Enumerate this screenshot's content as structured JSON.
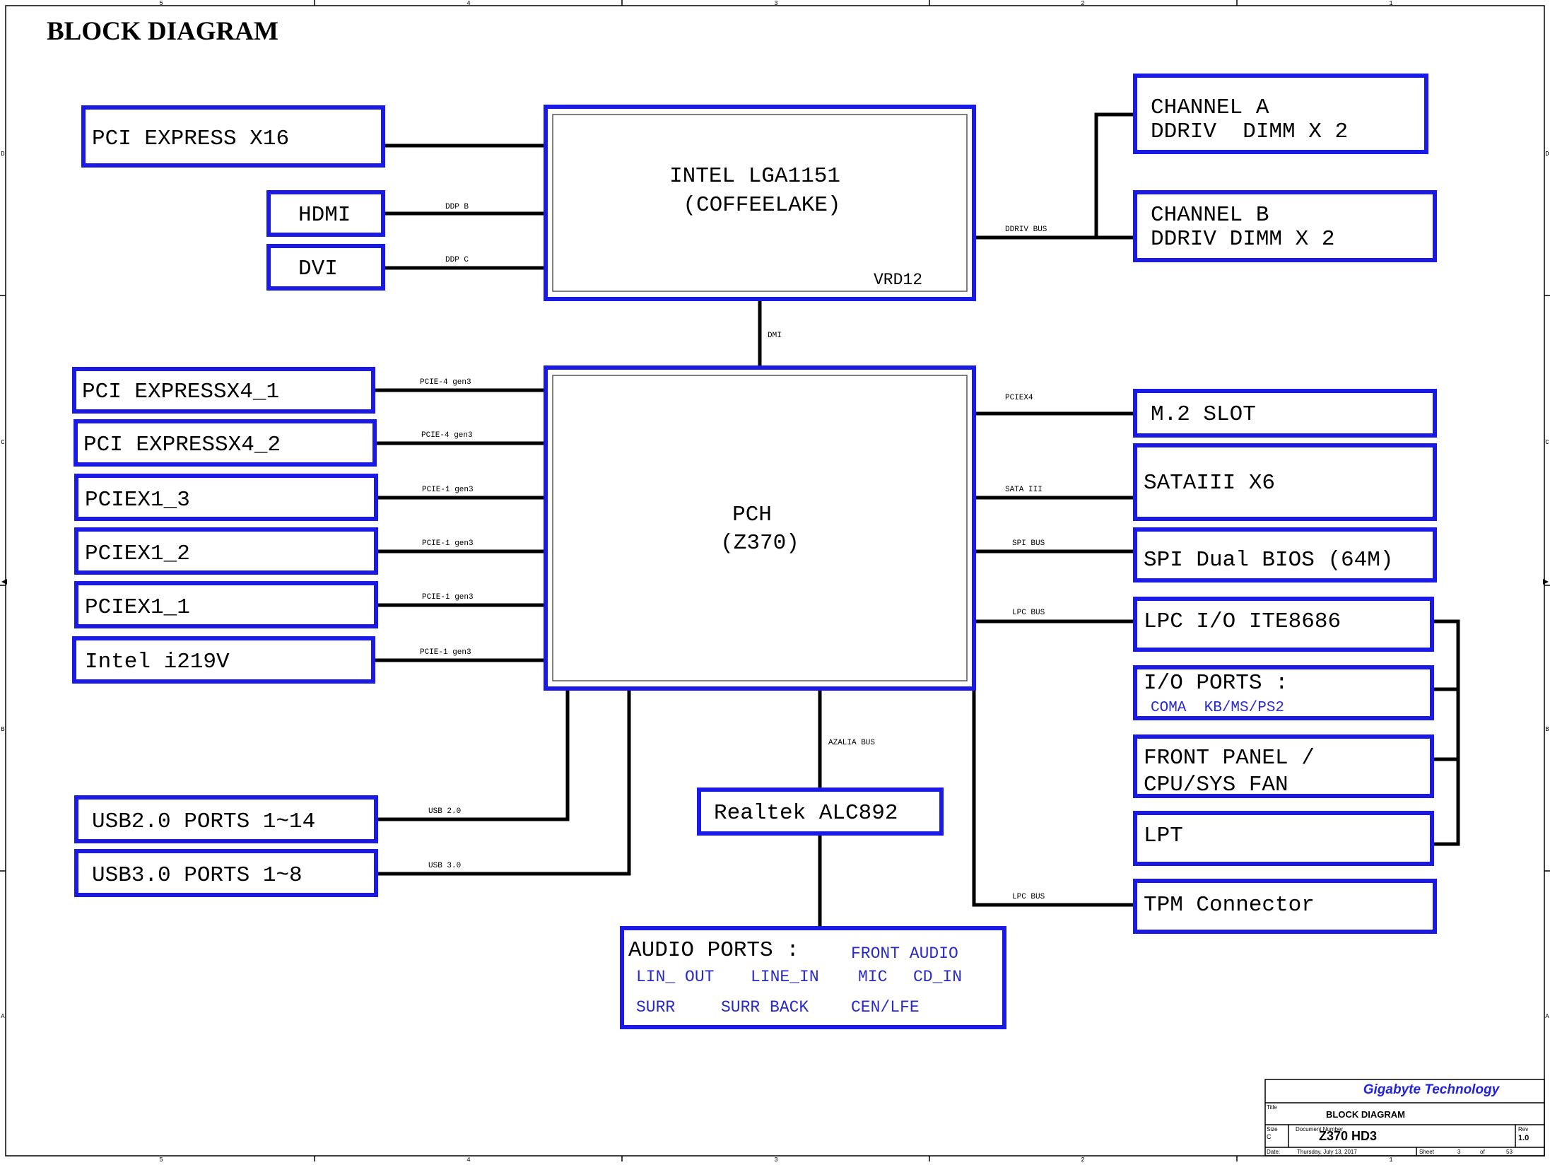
{
  "page_title": "BLOCK DIAGRAM",
  "border": {
    "top_numbers": [
      "5",
      "4",
      "3",
      "2",
      "1"
    ],
    "bottom_numbers": [
      "5",
      "4",
      "3",
      "2",
      "1"
    ],
    "side_letters": [
      "D",
      "C",
      "B",
      "A"
    ]
  },
  "cpu": {
    "line1": "INTEL LGA1151",
    "line2": "(COFFEELAKE)",
    "vrd": "VRD12"
  },
  "pch": {
    "line1": "PCH",
    "line2": "(Z370)"
  },
  "left_top": {
    "pcie16": "PCI EXPRESS X16",
    "hdmi": "HDMI",
    "dvi": "DVI",
    "ddp_b": "DDP B",
    "ddp_c": "DDP C"
  },
  "left_pch": [
    {
      "label": "PCI EXPRESSX4_1",
      "bus": "PCIE-4 gen3"
    },
    {
      "label": "PCI EXPRESSX4_2",
      "bus": "PCIE-4 gen3"
    },
    {
      "label": "PCIEX1_3",
      "bus": "PCIE-1 gen3"
    },
    {
      "label": "PCIEX1_2",
      "bus": "PCIE-1 gen3"
    },
    {
      "label": "PCIEX1_1",
      "bus": "PCIE-1 gen3"
    },
    {
      "label": "Intel i219V",
      "bus": "PCIE-1 gen3"
    }
  ],
  "usb": [
    {
      "label": "USB2.0 PORTS 1~14",
      "bus": "USB 2.0"
    },
    {
      "label": "USB3.0 PORTS 1~8",
      "bus": "USB 3.0"
    }
  ],
  "memory": {
    "a_line1": "CHANNEL A",
    "a_line2": "DDRIV  DIMM X 2",
    "b_line1": "CHANNEL B",
    "b_line2": "DDRIV DIMM X 2",
    "bus": "DDRIV BUS"
  },
  "dmi": "DMI",
  "right_pch": {
    "m2": "M.2 SLOT",
    "m2_bus": "PCIEX4",
    "sata": "SATAIII X6",
    "sata_bus": "SATA III",
    "spi": "SPI Dual BIOS (64M)",
    "spi_bus": "SPI BUS",
    "lpc": "LPC I/O ITE8686",
    "lpc_bus": "LPC BUS",
    "io_title": "I/O PORTS :",
    "io_sub": "COMA  KB/MS/PS2",
    "fp_line1": "FRONT PANEL /",
    "fp_line2": "CPU/SYS FAN",
    "lpt": "LPT",
    "tpm": "TPM Connector",
    "tpm_bus": "LPC BUS"
  },
  "audio": {
    "azalia_bus": "AZALIA BUS",
    "codec": "Realtek ALC892",
    "ports_title": "AUDIO PORTS :",
    "front_audio": "FRONT AUDIO",
    "lin_out": "LIN_ OUT",
    "line_in": "LINE_IN",
    "mic": "MIC",
    "cd_in": "CD_IN",
    "surr": "SURR",
    "surr_back": "SURR BACK",
    "cen_lfe": "CEN/LFE"
  },
  "title_block": {
    "company": "Gigabyte Technology",
    "title_label": "Title",
    "title_value": "BLOCK DIAGRAM",
    "size_label": "Size",
    "size_value": "C",
    "doc_label": "Document Number",
    "doc_value": "Z370 HD3",
    "rev_label": "Rev",
    "rev_value": "1.0",
    "date_label": "Date:",
    "date_value": "Thursday, July 13, 2017",
    "sheet_label": "Sheet",
    "sheet_num": "3",
    "of_label": "of",
    "sheet_total": "53"
  },
  "colors": {
    "box_blue": "#1a1ae6",
    "sub_text_blue": "#2a2acc",
    "line_black": "#000000",
    "company_blue": "#2222dd"
  }
}
